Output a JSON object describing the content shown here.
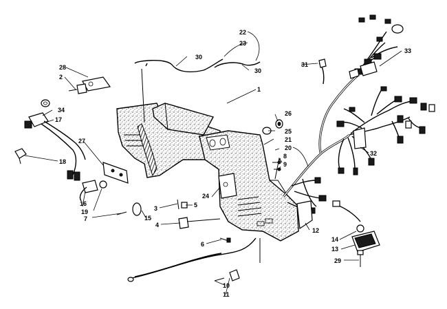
{
  "callouts": {
    "c1": "1",
    "c2": "2",
    "c3": "3",
    "c4": "4",
    "c5": "5",
    "c6": "6",
    "c7": "7",
    "c8": "8",
    "c9": "9",
    "c10": "10",
    "c11": "11",
    "c12": "12",
    "c13": "13",
    "c14": "14",
    "c15": "15",
    "c16": "16",
    "c17": "17",
    "c18": "18",
    "c19": "19",
    "c20": "20",
    "c21": "21",
    "c22": "22",
    "c23": "23",
    "c24": "24",
    "c25": "25",
    "c26": "26",
    "c27": "27",
    "c28": "28",
    "c29": "29",
    "c30a": "30",
    "c30b": "30",
    "c31": "31",
    "c32": "32",
    "c33": "33",
    "c34": "34"
  },
  "colors": {
    "line": "#000000",
    "background": "#ffffff"
  }
}
